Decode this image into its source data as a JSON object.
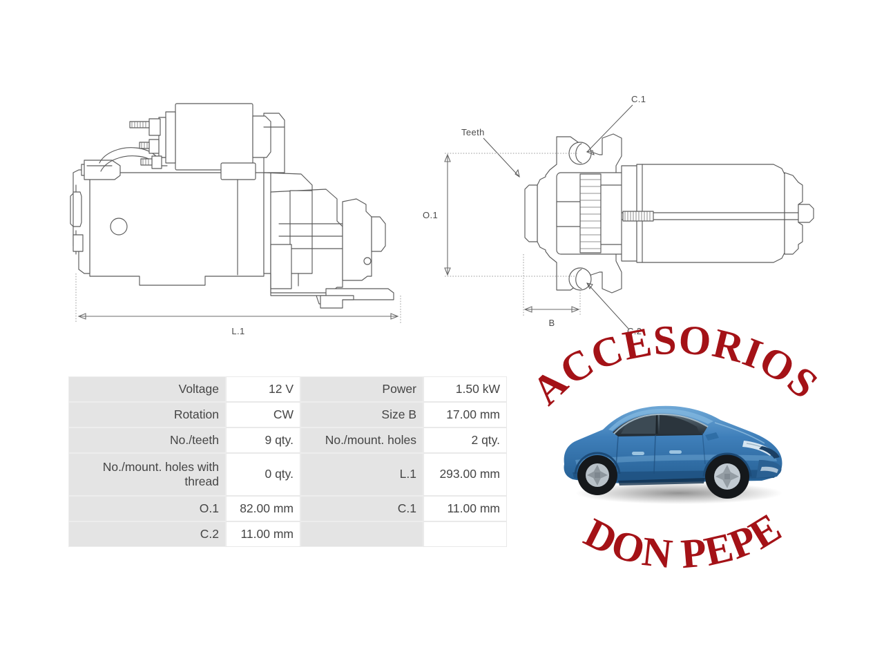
{
  "document": {
    "type": "product-technical-datasheet",
    "subject": "Starter motor"
  },
  "drawings": {
    "side_view": {
      "name": "side-elevation-view",
      "dimension_labels": [
        "L.1"
      ],
      "l1_label": "L.1"
    },
    "front_view": {
      "name": "front-elevation-view",
      "teeth_label": "Teeth",
      "c1_label": "C.1",
      "c2_label": "C.2",
      "o1_label": "O.1",
      "b_label": "B"
    }
  },
  "spec_table": {
    "rows": [
      {
        "left_label": "Voltage",
        "left_value": "12 V",
        "right_label": "Power",
        "right_value": "1.50 kW",
        "tall": false
      },
      {
        "left_label": "Rotation",
        "left_value": "CW",
        "right_label": "Size B",
        "right_value": "17.00 mm",
        "tall": false
      },
      {
        "left_label": "No./teeth",
        "left_value": "9 qty.",
        "right_label": "No./mount. holes",
        "right_value": "2 qty.",
        "tall": false
      },
      {
        "left_label": "No./mount. holes with thread",
        "left_value": "0 qty.",
        "right_label": "L.1",
        "right_value": "293.00 mm",
        "tall": true
      },
      {
        "left_label": "O.1",
        "left_value": "82.00 mm",
        "right_label": "C.1",
        "right_value": "11.00 mm",
        "tall": false
      },
      {
        "left_label": "C.2",
        "left_value": "11.00 mm",
        "right_label": "",
        "right_value": "",
        "tall": false
      }
    ]
  },
  "watermark": {
    "top_text": "ACCESORIOS",
    "bottom_text": "DON PEPE",
    "text_color": "#a41217",
    "image": "blue-sedan-car-photo"
  },
  "colors": {
    "background": "#ffffff",
    "drawing_line": "#5a5a5a",
    "table_label_bg": "#e4e4e4",
    "table_value_bg": "#ffffff",
    "table_text": "#454545",
    "brand_red": "#a41217",
    "car_blue": "#3f7fba"
  }
}
